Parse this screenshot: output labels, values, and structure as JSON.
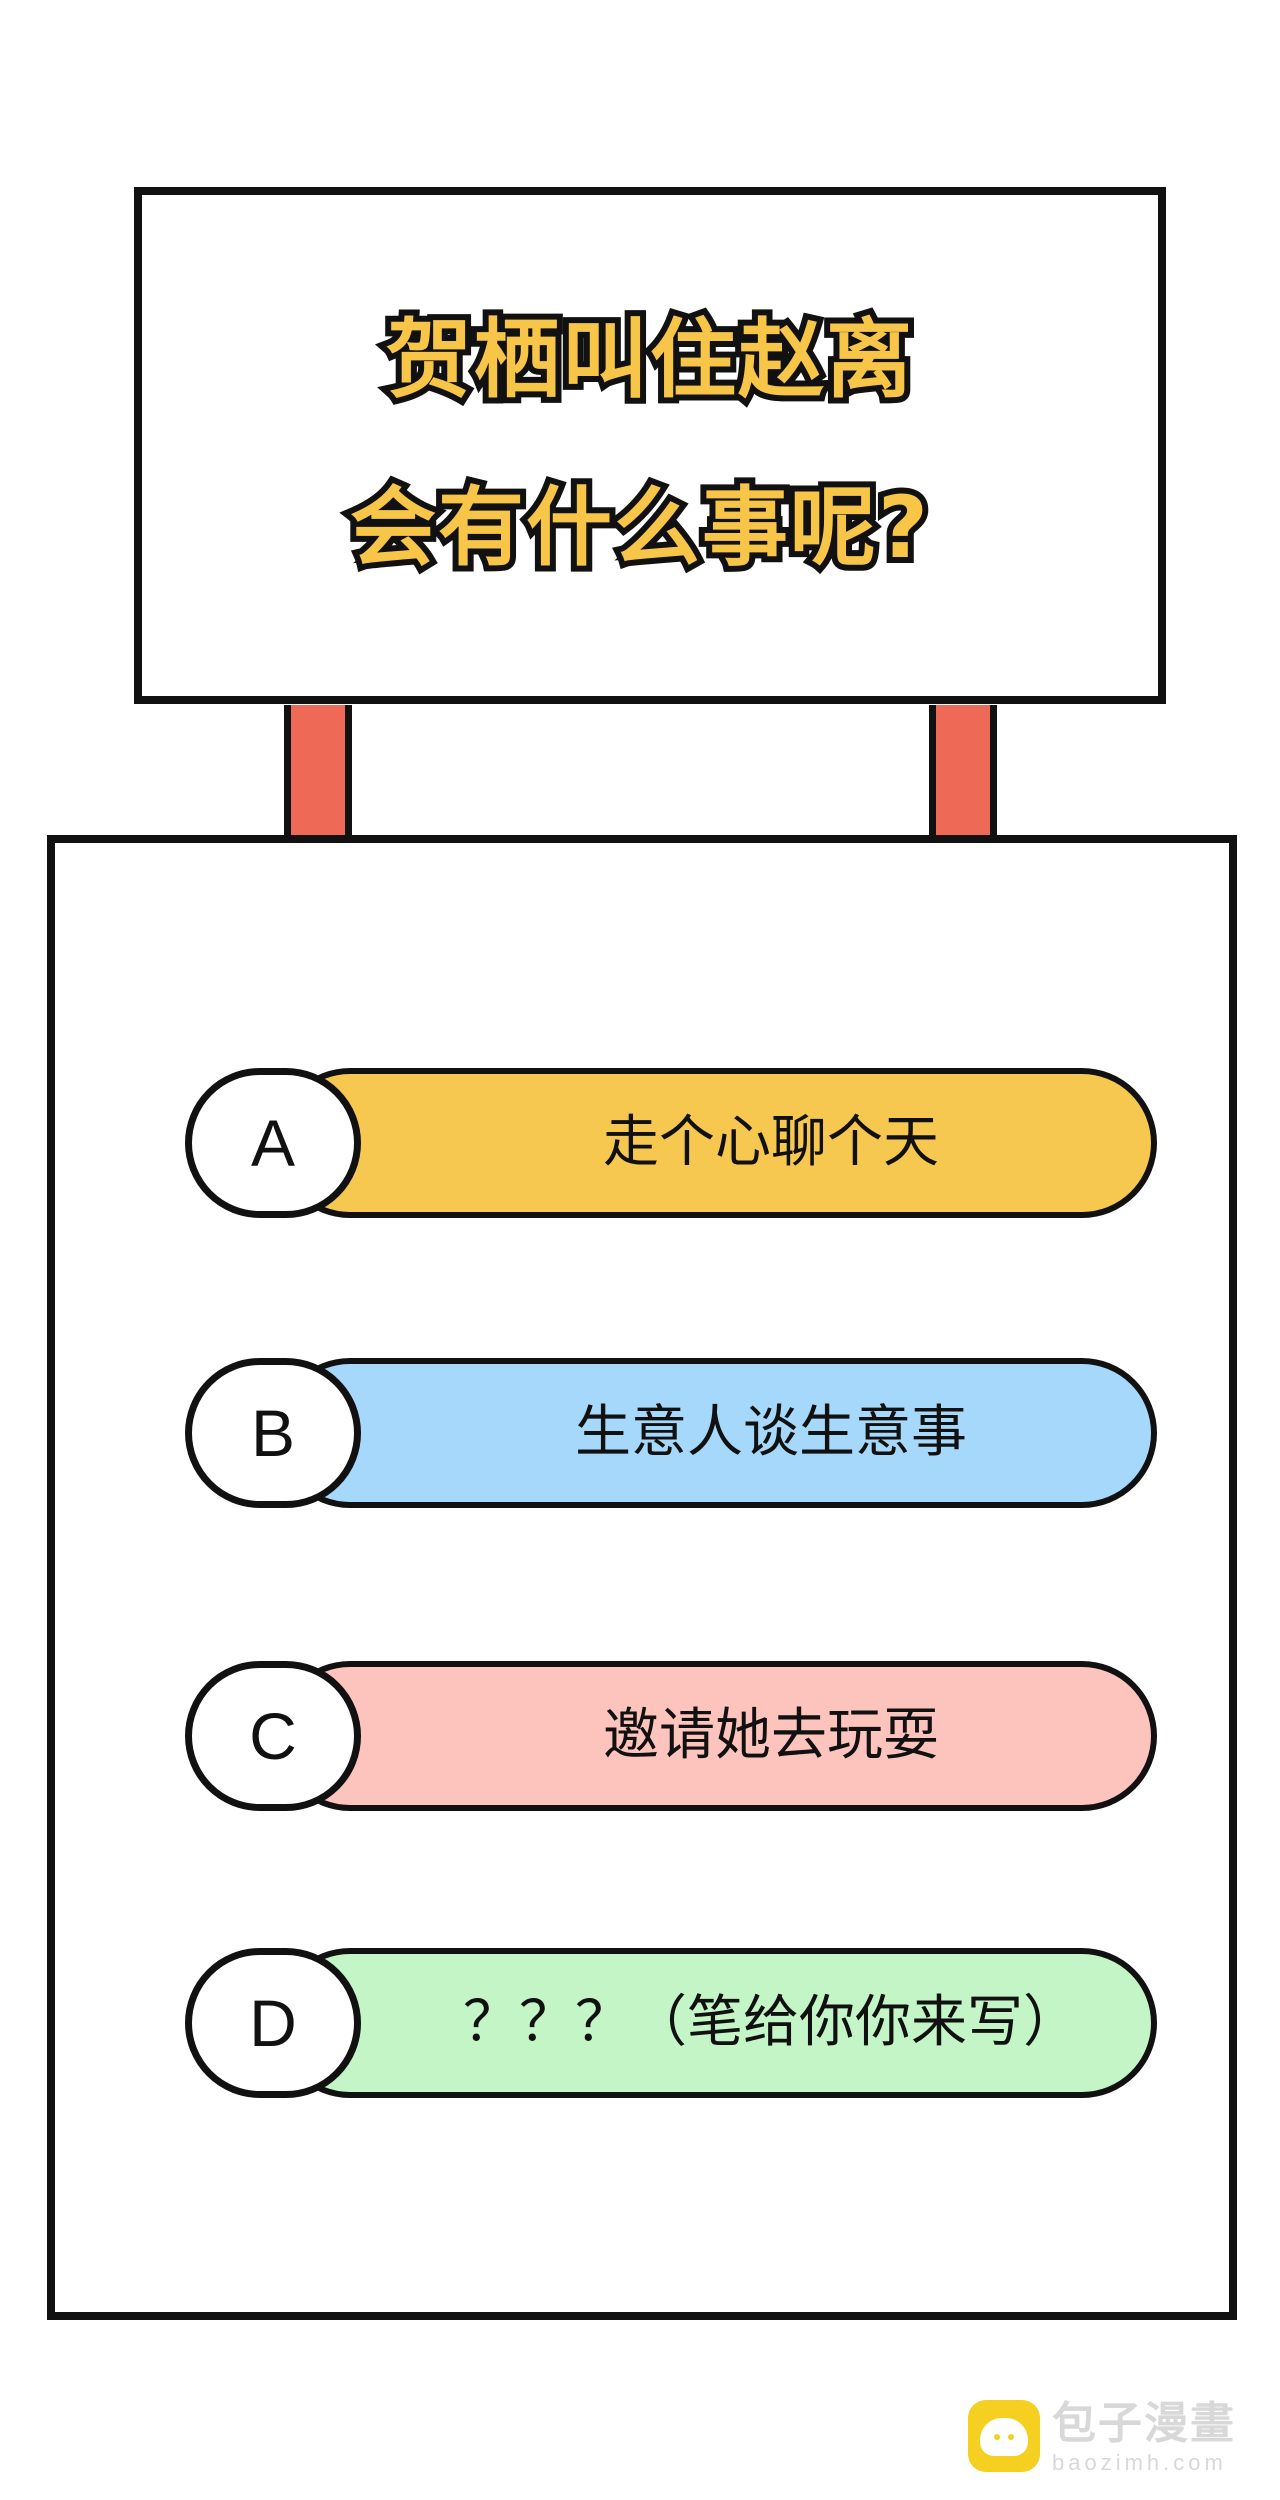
{
  "sign": {
    "title_line1": "贺栖叫住赵离",
    "title_line2": "会有什么事呢?",
    "title_color": "#f7c548",
    "post_color": "#ef6a56"
  },
  "options": [
    {
      "letter": "A",
      "text": "走个心聊个天",
      "color": "#f7c84f"
    },
    {
      "letter": "B",
      "text": "生意人谈生意事",
      "color": "#a6d8fb"
    },
    {
      "letter": "C",
      "text": "邀请她去玩耍",
      "color": "#fdc3bd"
    },
    {
      "letter": "D",
      "text": "？？？（笔给你你来写）",
      "color": "#c3f5c6"
    }
  ],
  "watermark": {
    "name": "包子漫畫",
    "url": "baozimh.com",
    "icon": "bun-icon",
    "color": "#f5d020"
  }
}
